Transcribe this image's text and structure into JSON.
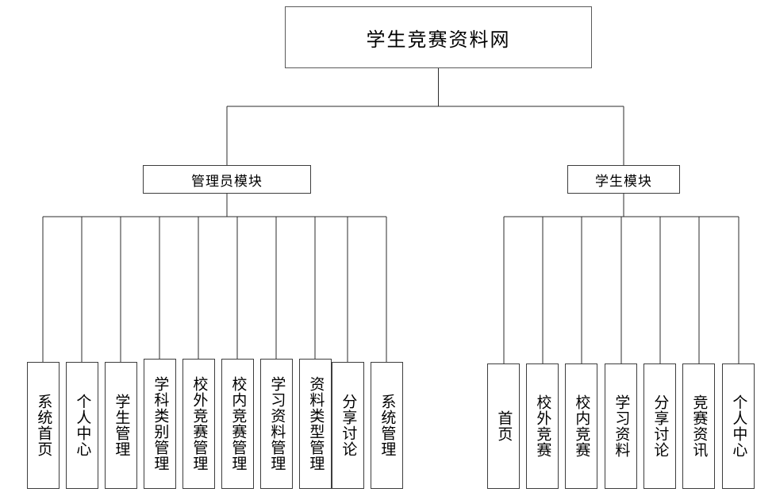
{
  "diagram": {
    "type": "tree",
    "title": "学生竞赛资料网",
    "orientation": "top-down",
    "colors": {
      "background": "#ffffff",
      "box_border": "#3d3d3d",
      "root_border": "#5a5a5a",
      "connector": "#2b2b2b",
      "text": "#000000"
    },
    "root": {
      "label": "学生竞赛资料网"
    },
    "modules": [
      {
        "id": "admin",
        "label": "管理员模块",
        "children": [
          {
            "label": "系统首页"
          },
          {
            "label": "个人中心"
          },
          {
            "label": "学生管理"
          },
          {
            "label": "学科类别管理"
          },
          {
            "label": "校外竞赛管理"
          },
          {
            "label": "校内竞赛管理"
          },
          {
            "label": "学习资料管理"
          },
          {
            "label": "资料类型管理"
          },
          {
            "label": "分享讨论"
          },
          {
            "label": "系统管理"
          }
        ]
      },
      {
        "id": "student",
        "label": "学生模块",
        "children": [
          {
            "label": "首页"
          },
          {
            "label": "校外竞赛"
          },
          {
            "label": "校内竞赛"
          },
          {
            "label": "学习资料"
          },
          {
            "label": "分享讨论"
          },
          {
            "label": "竞赛资讯"
          },
          {
            "label": "个人中心"
          }
        ]
      }
    ]
  }
}
